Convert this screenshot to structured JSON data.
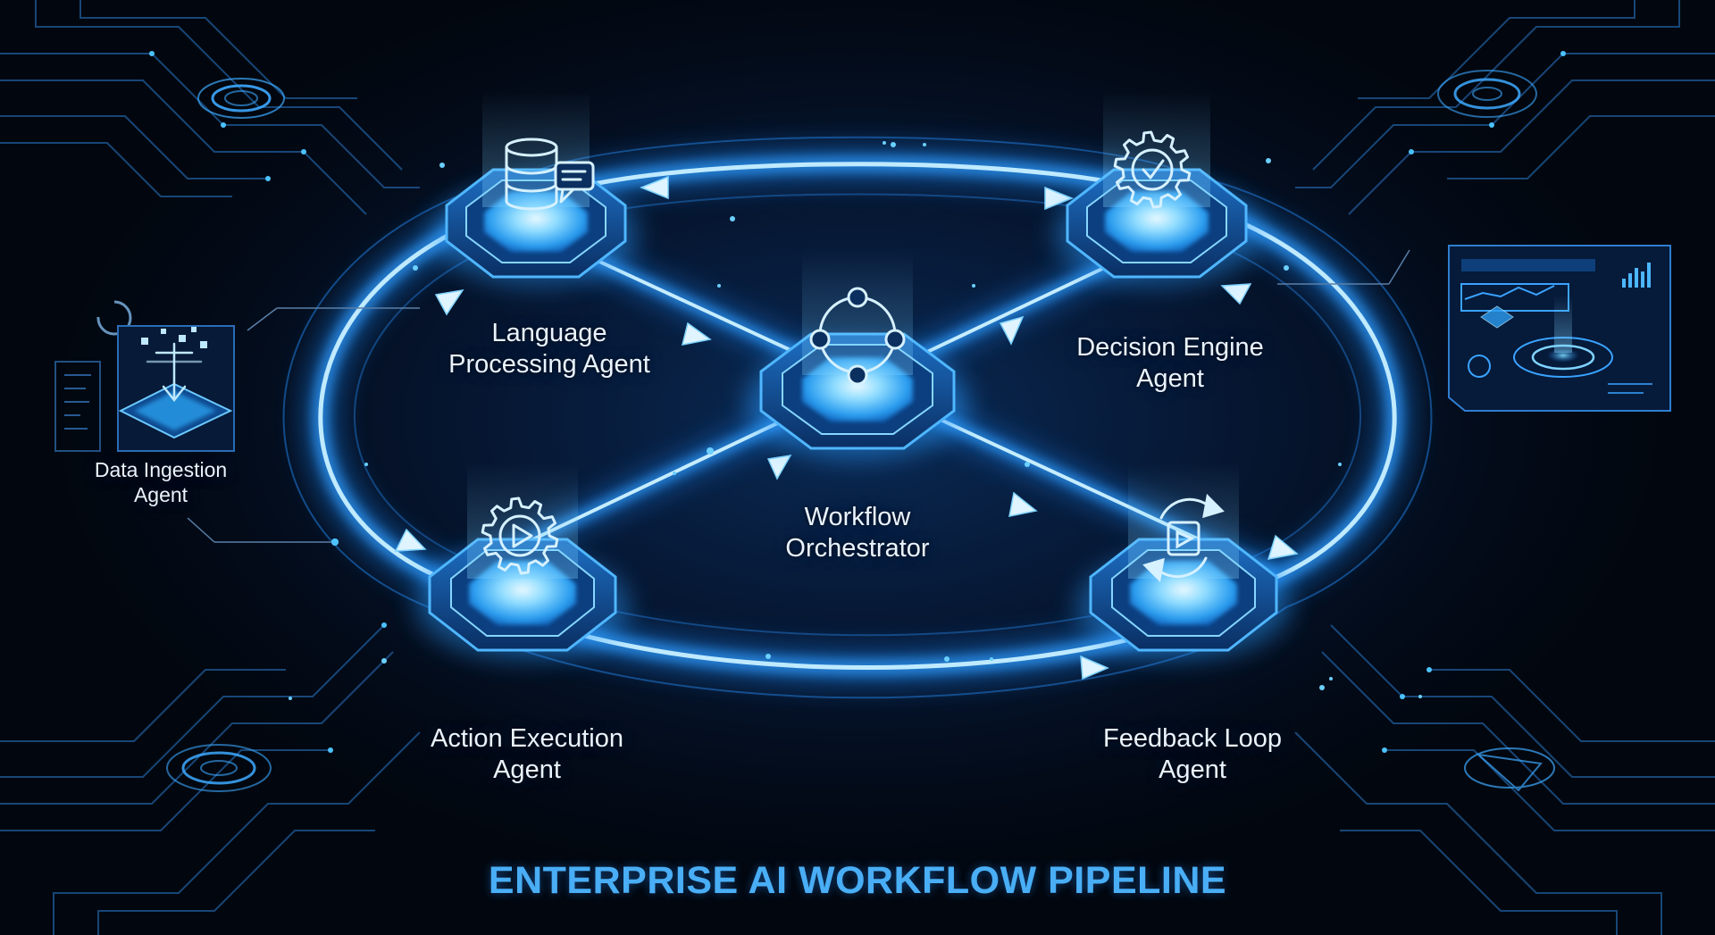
{
  "title": "ENTERPRISE AI WORKFLOW PIPELINE",
  "colors": {
    "background": "#030a16",
    "glow": "#3fb4ff",
    "core": "#cdeeff",
    "title": "#49aef5",
    "label": "#eaf4ff"
  },
  "nodes": {
    "language_processing": {
      "label_line1": "Language",
      "label_line2": "Processing Agent",
      "icon": "database-chat-icon"
    },
    "decision_engine": {
      "label_line1": "Decision Engine",
      "label_line2": "Agent",
      "icon": "gear-check-icon"
    },
    "workflow_orchestrator": {
      "label_line1": "Workflow",
      "label_line2": "Orchestrator",
      "icon": "orbit-network-icon"
    },
    "action_execution": {
      "label_line1": "Action Execution",
      "label_line2": "Agent",
      "icon": "gear-play-icon"
    },
    "feedback_loop": {
      "label_line1": "Feedback Loop",
      "label_line2": "Agent",
      "icon": "refresh-cycle-icon"
    },
    "data_ingestion": {
      "label_line1": "Data Ingestion",
      "label_line2": "Agent",
      "icon": "data-download-icon"
    }
  },
  "side_panel": {
    "icon": "analytics-dashboard-icon"
  }
}
